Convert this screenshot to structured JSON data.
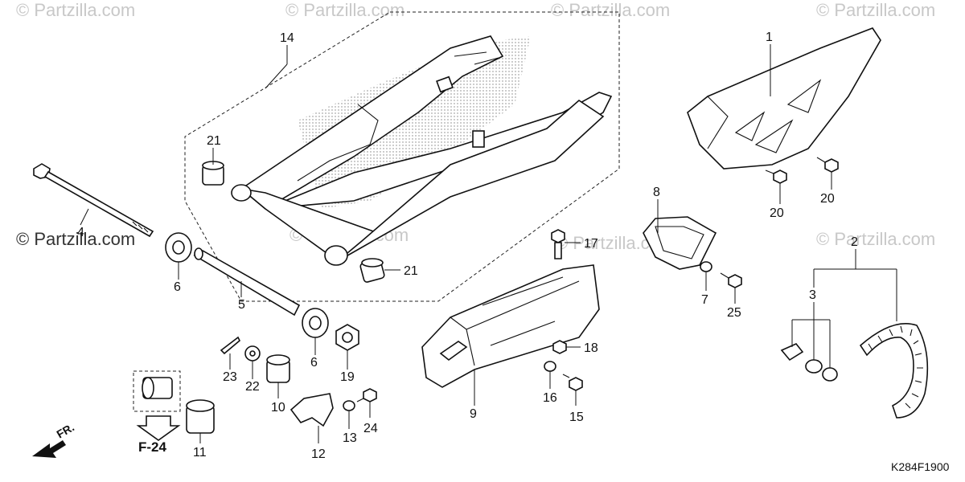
{
  "watermark": "© Partzilla.com",
  "diagram_code": "K284F1900",
  "reference": {
    "label": "F-24"
  },
  "direction": {
    "label": "FR."
  },
  "callouts": [
    {
      "id": "c1",
      "label": "1"
    },
    {
      "id": "c2",
      "label": "2"
    },
    {
      "id": "c3",
      "label": "3"
    },
    {
      "id": "c4",
      "label": "4"
    },
    {
      "id": "c5",
      "label": "5"
    },
    {
      "id": "c6a",
      "label": "6"
    },
    {
      "id": "c6b",
      "label": "6"
    },
    {
      "id": "c7",
      "label": "7"
    },
    {
      "id": "c8",
      "label": "8"
    },
    {
      "id": "c9",
      "label": "9"
    },
    {
      "id": "c10",
      "label": "10"
    },
    {
      "id": "c11",
      "label": "11"
    },
    {
      "id": "c12",
      "label": "12"
    },
    {
      "id": "c13",
      "label": "13"
    },
    {
      "id": "c14",
      "label": "14"
    },
    {
      "id": "c15",
      "label": "15"
    },
    {
      "id": "c16",
      "label": "16"
    },
    {
      "id": "c17",
      "label": "17"
    },
    {
      "id": "c18",
      "label": "18"
    },
    {
      "id": "c19",
      "label": "19"
    },
    {
      "id": "c20a",
      "label": "20"
    },
    {
      "id": "c20b",
      "label": "20"
    },
    {
      "id": "c21a",
      "label": "21"
    },
    {
      "id": "c21b",
      "label": "21"
    },
    {
      "id": "c22",
      "label": "22"
    },
    {
      "id": "c23",
      "label": "23"
    },
    {
      "id": "c24",
      "label": "24"
    },
    {
      "id": "c25",
      "label": "25"
    }
  ]
}
